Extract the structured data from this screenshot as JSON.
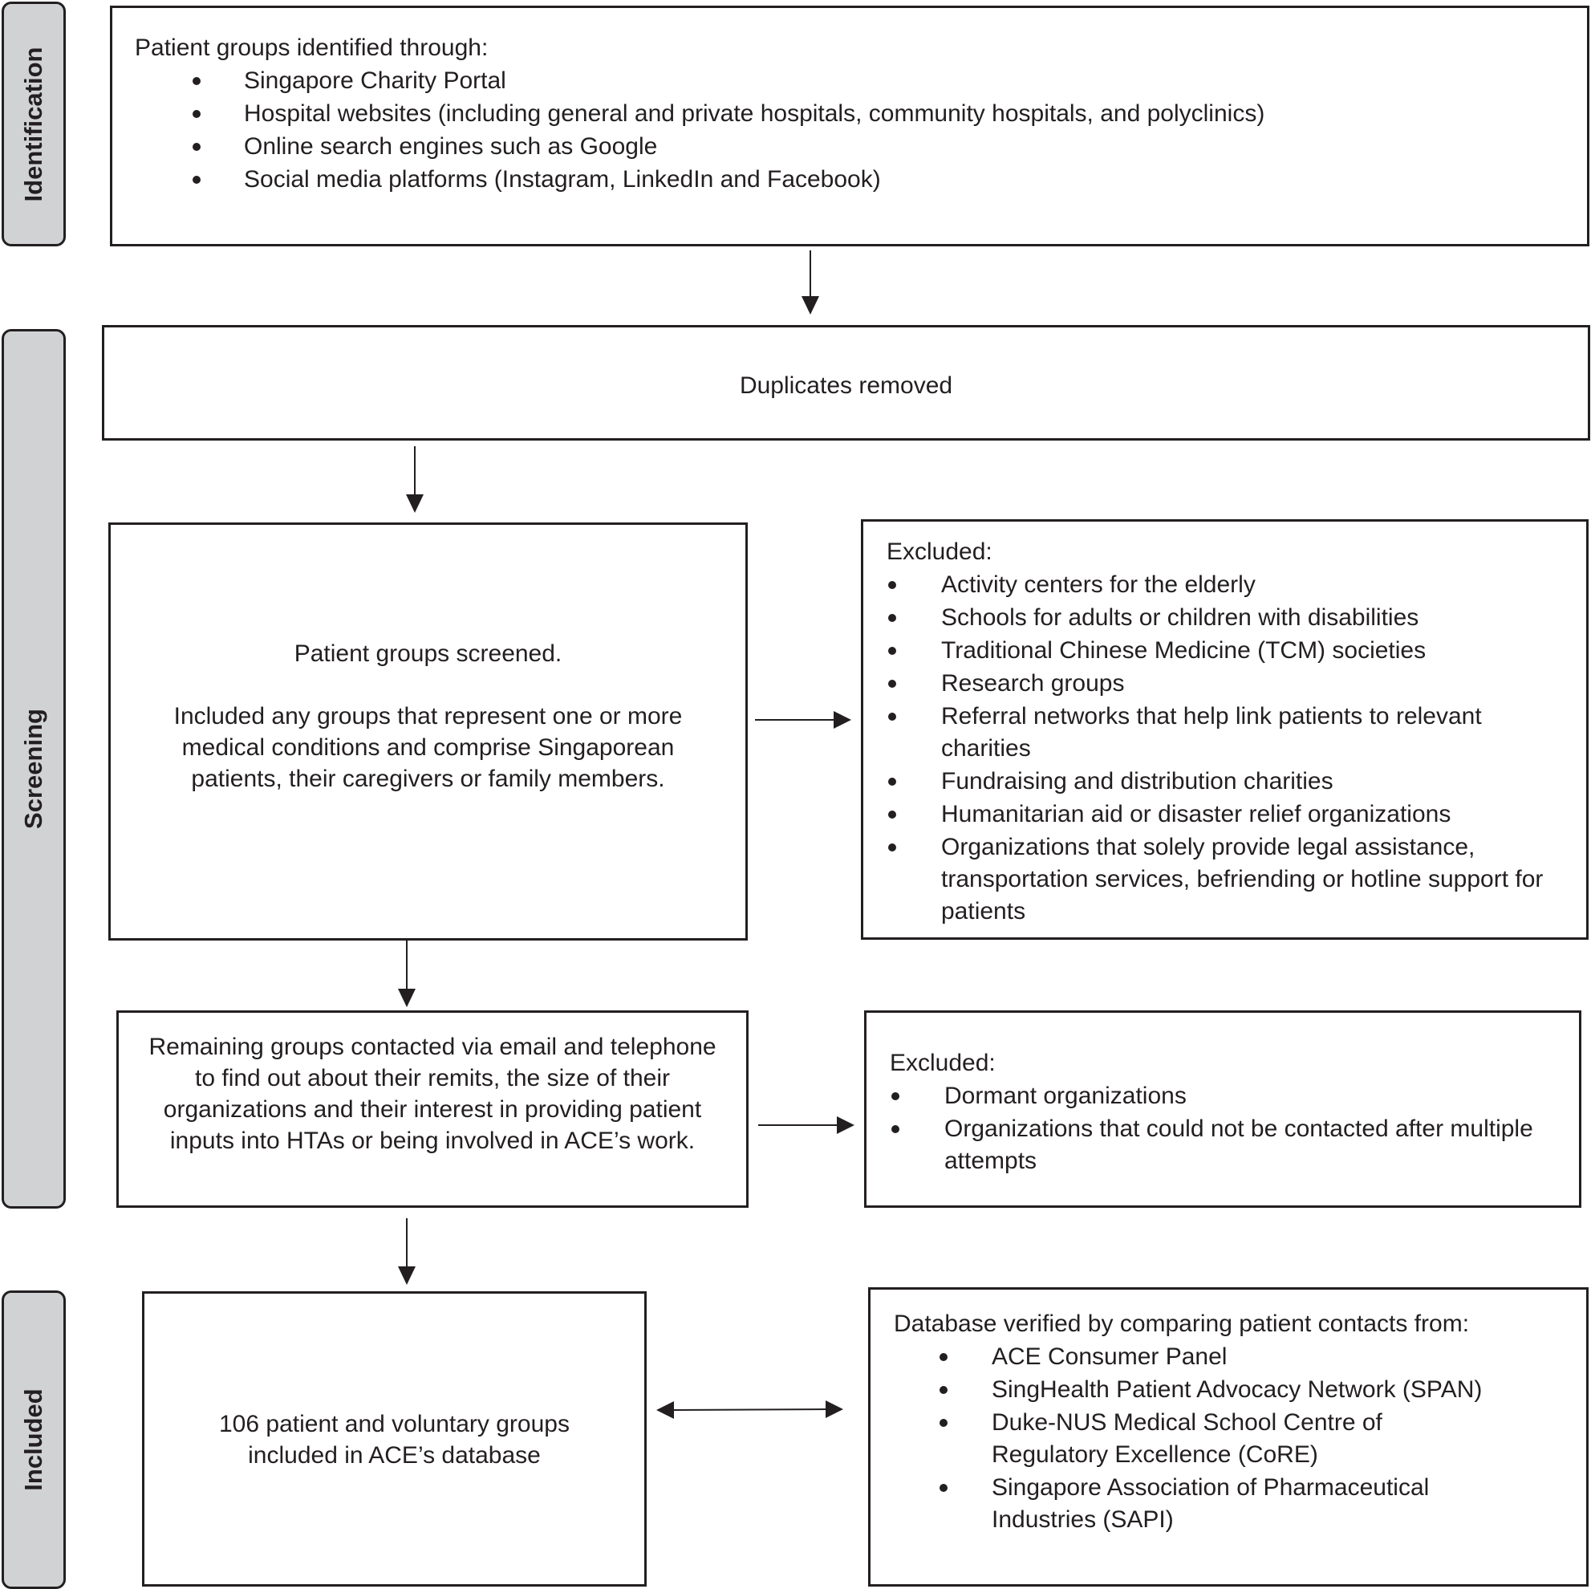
{
  "stages": {
    "identification": "Identification",
    "screening": "Screening",
    "included": "Included"
  },
  "identification_box": {
    "heading": "Patient groups identified through:",
    "items": [
      "Singapore Charity Portal",
      "Hospital websites (including general and private hospitals, community hospitals, and polyclinics)",
      "Online search engines such as Google",
      "Social media platforms (Instagram, LinkedIn and Facebook)"
    ]
  },
  "duplicates_box": {
    "text": "Duplicates removed"
  },
  "screened_box": {
    "line1": "Patient groups screened.",
    "line2": "Included any groups that represent one or more medical conditions and comprise Singaporean patients, their caregivers or family members."
  },
  "excluded_box_1": {
    "heading": "Excluded:",
    "items": [
      "Activity centers for the elderly",
      "Schools for adults or children with disabilities",
      "Traditional Chinese Medicine (TCM) societies",
      "Research groups",
      "Referral networks that help link patients to relevant charities",
      "Fundraising and distribution charities",
      "Humanitarian aid or disaster relief organizations",
      "Organizations that solely provide legal assistance, transportation services, befriending or hotline support for patients"
    ]
  },
  "contacted_box": {
    "text": "Remaining groups contacted via email and telephone to find out about their remits, the size of their organizations and their interest in providing patient inputs into HTAs or being involved in ACE’s work."
  },
  "excluded_box_2": {
    "heading": "Excluded:",
    "items": [
      "Dormant organizations",
      "Organizations that could not be contacted after multiple attempts"
    ]
  },
  "included_box": {
    "text": "106 patient and voluntary groups included in ACE’s database"
  },
  "verified_box": {
    "heading": "Database verified by comparing patient contacts from:",
    "items": [
      "ACE Consumer Panel",
      "SingHealth Patient Advocacy Network (SPAN)",
      "Duke-NUS Medical School Centre of Regulatory Excellence (CoRE)",
      "Singapore Association of Pharmaceutical Industries (SAPI)"
    ]
  }
}
